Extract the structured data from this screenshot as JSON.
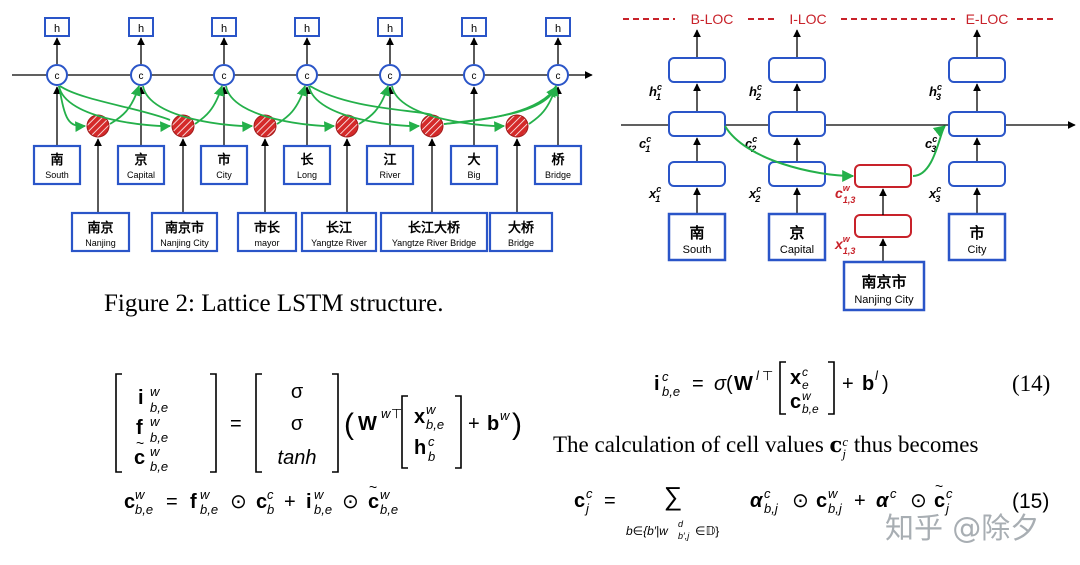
{
  "left_figure": {
    "hidden_label": "h",
    "cell_label": "c",
    "chars": [
      {
        "zh": "南",
        "en": "South"
      },
      {
        "zh": "京",
        "en": "Capital"
      },
      {
        "zh": "市",
        "en": "City"
      },
      {
        "zh": "长",
        "en": "Long"
      },
      {
        "zh": "江",
        "en": "River"
      },
      {
        "zh": "大",
        "en": "Big"
      },
      {
        "zh": "桥",
        "en": "Bridge"
      }
    ],
    "words": [
      {
        "zh": "南京",
        "en": "Nanjing"
      },
      {
        "zh": "南京市",
        "en": "Nanjing City"
      },
      {
        "zh": "市长",
        "en": "mayor"
      },
      {
        "zh": "长江",
        "en": "Yangtze  River"
      },
      {
        "zh": "长江大桥",
        "en": "Yangtze  River Bridge"
      },
      {
        "zh": "大桥",
        "en": "Bridge"
      }
    ]
  },
  "caption": "Figure 2: Lattice LSTM structure.",
  "right_figure": {
    "labels": [
      "B-LOC",
      "I-LOC",
      "E-LOC"
    ],
    "chars": [
      {
        "zh": "南",
        "en": "South"
      },
      {
        "zh": "京",
        "en": "Capital"
      },
      {
        "zh": "市",
        "en": "City"
      }
    ],
    "word": {
      "zh": "南京市",
      "en": "Nanjing City"
    },
    "h_labels": [
      "h",
      "h",
      "h"
    ],
    "h_sub": [
      "1",
      "2",
      "3"
    ],
    "c_label": "c",
    "x_label": "x",
    "word_cell": {
      "base": "c",
      "sup": "w",
      "sub": "1,3"
    },
    "word_input": {
      "base": "x",
      "sup": "w",
      "sub": "1,3"
    }
  },
  "equations": {
    "left_matrix": [
      "i",
      "f",
      "c"
    ],
    "middle_matrix": [
      "σ",
      "σ",
      "tanh"
    ],
    "eq14_num": "(14)",
    "eq15_num": "(15)",
    "text_line": "The calculation of cell values",
    "text_line_end": "thus becomes"
  },
  "watermark": "知乎 @除夕",
  "colors": {
    "box": "#2a55c8",
    "red_box": "#c8222a",
    "hatch": "#d42a2a",
    "green": "#24b04a",
    "dashed": "#c8222a"
  }
}
